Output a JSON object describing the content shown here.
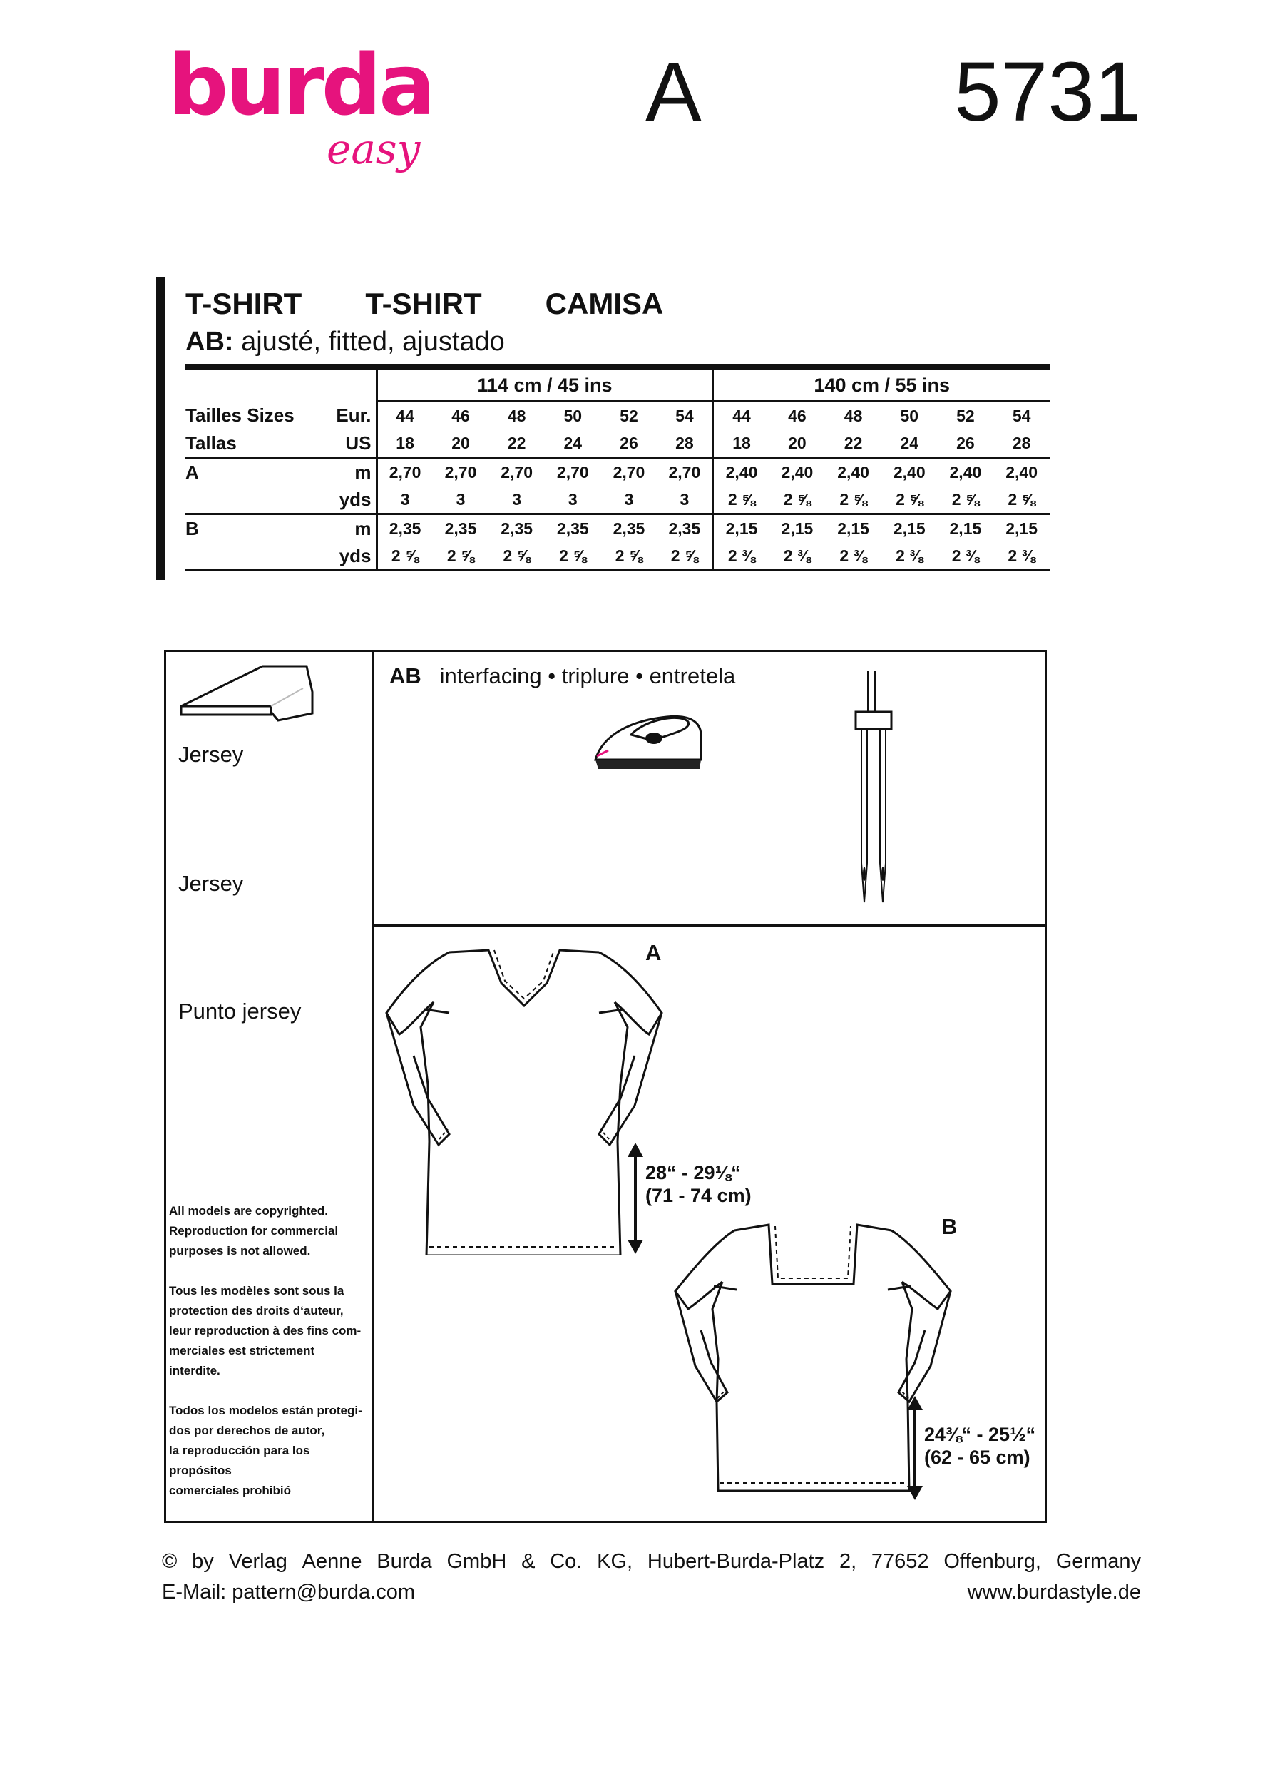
{
  "header": {
    "logo_brand": "burda",
    "logo_sub": "easy",
    "view_letter": "A",
    "pattern_number": "5731",
    "brand_color": "#e6137d"
  },
  "title": {
    "line": "T-SHIRT   T-SHIRT   CAMISA",
    "fit_views": "AB:",
    "fit_text": "ajusté, fitted, ajustado"
  },
  "yardage": {
    "widths": [
      "114 cm / 45 ins",
      "140 cm / 55 ins"
    ],
    "size_label_1": "Tailles   Sizes",
    "size_label_2": "Tallas",
    "eur_label": "Eur.",
    "us_label": "US",
    "eur_sizes": [
      "44",
      "46",
      "48",
      "50",
      "52",
      "54",
      "44",
      "46",
      "48",
      "50",
      "52",
      "54"
    ],
    "us_sizes": [
      "18",
      "20",
      "22",
      "24",
      "26",
      "28",
      "18",
      "20",
      "22",
      "24",
      "26",
      "28"
    ],
    "rows": [
      {
        "view": "A",
        "unit": "m",
        "values": [
          "2,70",
          "2,70",
          "2,70",
          "2,70",
          "2,70",
          "2,70",
          "2,40",
          "2,40",
          "2,40",
          "2,40",
          "2,40",
          "2,40"
        ]
      },
      {
        "view": "",
        "unit": "yds",
        "values": [
          "3",
          "3",
          "3",
          "3",
          "3",
          "3",
          "2 ⅝",
          "2 ⅝",
          "2 ⅝",
          "2 ⅝",
          "2 ⅝",
          "2 ⅝"
        ]
      },
      {
        "view": "B",
        "unit": "m",
        "values": [
          "2,35",
          "2,35",
          "2,35",
          "2,35",
          "2,35",
          "2,35",
          "2,15",
          "2,15",
          "2,15",
          "2,15",
          "2,15",
          "2,15"
        ]
      },
      {
        "view": "",
        "unit": "yds",
        "values": [
          "2 ⅝",
          "2 ⅝",
          "2 ⅝",
          "2 ⅝",
          "2 ⅝",
          "2 ⅝",
          "2 ⅜",
          "2 ⅜",
          "2 ⅜",
          "2 ⅜",
          "2 ⅜",
          "2 ⅜"
        ]
      }
    ]
  },
  "fabric": {
    "labels": [
      "Jersey",
      "Jersey",
      "Punto jersey"
    ]
  },
  "notions": {
    "views": "AB",
    "text": "interfacing • triplure • entretela"
  },
  "views": {
    "a": {
      "letter": "A",
      "length_in": "28“ - 29⅛“",
      "length_cm": "(71 - 74 cm)"
    },
    "b": {
      "letter": "B",
      "length_in": "24⅜“ - 25½“",
      "length_cm": "(62 - 65 cm)"
    }
  },
  "copyright": {
    "en": [
      "All models are copyrighted.",
      "Reproduction for commercial",
      "purposes is not allowed."
    ],
    "fr": [
      "Tous les modèles sont sous la",
      "protection des droits d‘auteur,",
      "leur reproduction à des fins com-",
      "merciales est strictement interdite."
    ],
    "es": [
      "Todos los modelos están protegi-",
      "dos por derechos de autor,",
      "la reproducción para los propósitos",
      "comerciales prohibió"
    ]
  },
  "footer": {
    "line1": [
      "©",
      "by",
      "Verlag",
      "Aenne",
      "Burda",
      "GmbH",
      "&",
      "Co.",
      "KG,",
      "Hubert-Burda-Platz",
      "2,",
      "77652",
      "Offenburg,",
      "Germany"
    ],
    "email": "E-Mail: pattern@burda.com",
    "website": "www.burdastyle.de"
  }
}
